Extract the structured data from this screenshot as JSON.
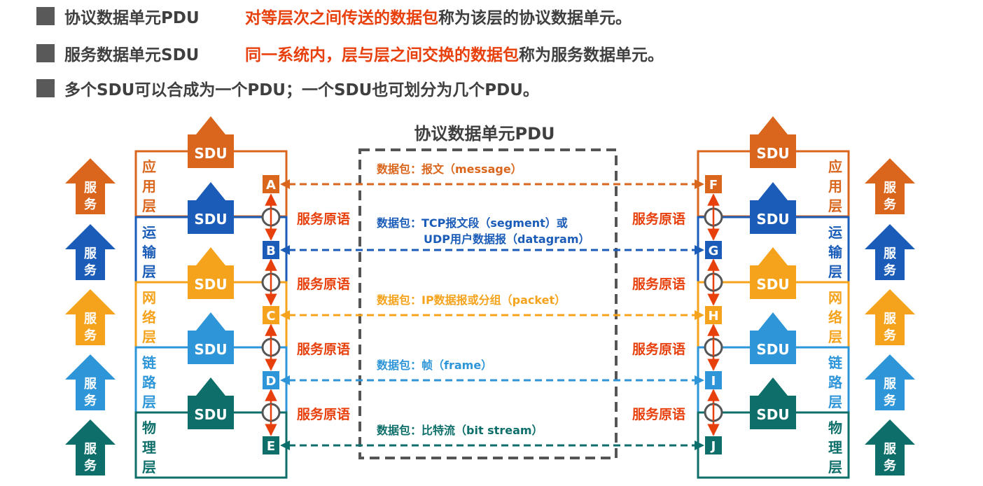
{
  "bullets": [
    {
      "term": "协议数据单元PDU",
      "highlight": "对等层次之间传送的数据包",
      "rest": "称为该层的协议数据单元。"
    },
    {
      "term": "服务数据单元SDU",
      "highlight": "同一系统内，层与层之间交换的数据包",
      "rest": "称为服务数据单元。"
    },
    {
      "term": "",
      "highlight": "",
      "rest": "多个SDU可以合成为一个PDU；一个SDU也可划分为几个PDU。"
    }
  ],
  "diagram": {
    "pdu_title": "协议数据单元PDU",
    "sdu_label": "SDU",
    "service_label": "服务",
    "primitive_label": "服务原语",
    "layers": [
      {
        "name": "应用层",
        "chars": [
          "应",
          "用",
          "层"
        ],
        "color": "#d9661c",
        "left_id": "A",
        "right_id": "F",
        "packet": [
          "数据包：报文（message）"
        ]
      },
      {
        "name": "运输层",
        "chars": [
          "运",
          "输",
          "层"
        ],
        "color": "#1a5cb8",
        "left_id": "B",
        "right_id": "G",
        "packet": [
          "数据包：TCP报文段（segment）或",
          "UDP用户数据报（datagram）"
        ]
      },
      {
        "name": "网络层",
        "chars": [
          "网",
          "络",
          "层"
        ],
        "color": "#f5a31c",
        "left_id": "C",
        "right_id": "H",
        "packet": [
          "数据包：IP数据报或分组（packet）"
        ]
      },
      {
        "name": "链路层",
        "chars": [
          "链",
          "路",
          "层"
        ],
        "color": "#2e96d8",
        "left_id": "D",
        "right_id": "I",
        "packet": [
          "数据包：帧（frame）"
        ]
      },
      {
        "name": "物理层",
        "chars": [
          "物",
          "理",
          "层"
        ],
        "color": "#0e6f6a",
        "left_id": "E",
        "right_id": "J",
        "packet": [
          "数据包：比特流（bit stream）"
        ]
      }
    ],
    "colors": {
      "primitive": "#e8400c",
      "frame": "#555555",
      "updown_arrow": "#e8400c"
    }
  }
}
